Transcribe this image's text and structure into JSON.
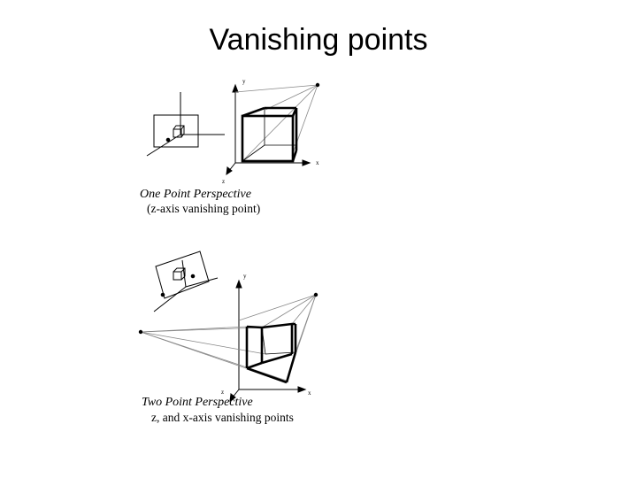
{
  "slide": {
    "title": "Vanishing points"
  },
  "figures": [
    {
      "caption": "One Point Perspective",
      "subcaption": "(z-axis vanishing point)",
      "axis_labels": {
        "y": "y",
        "x": "x",
        "z": "z"
      }
    },
    {
      "caption": "Two Point Perspective",
      "subcaption": "z, and x-axis vanishing points",
      "axis_labels": {
        "y": "y",
        "x": "x",
        "z": "z"
      }
    }
  ]
}
